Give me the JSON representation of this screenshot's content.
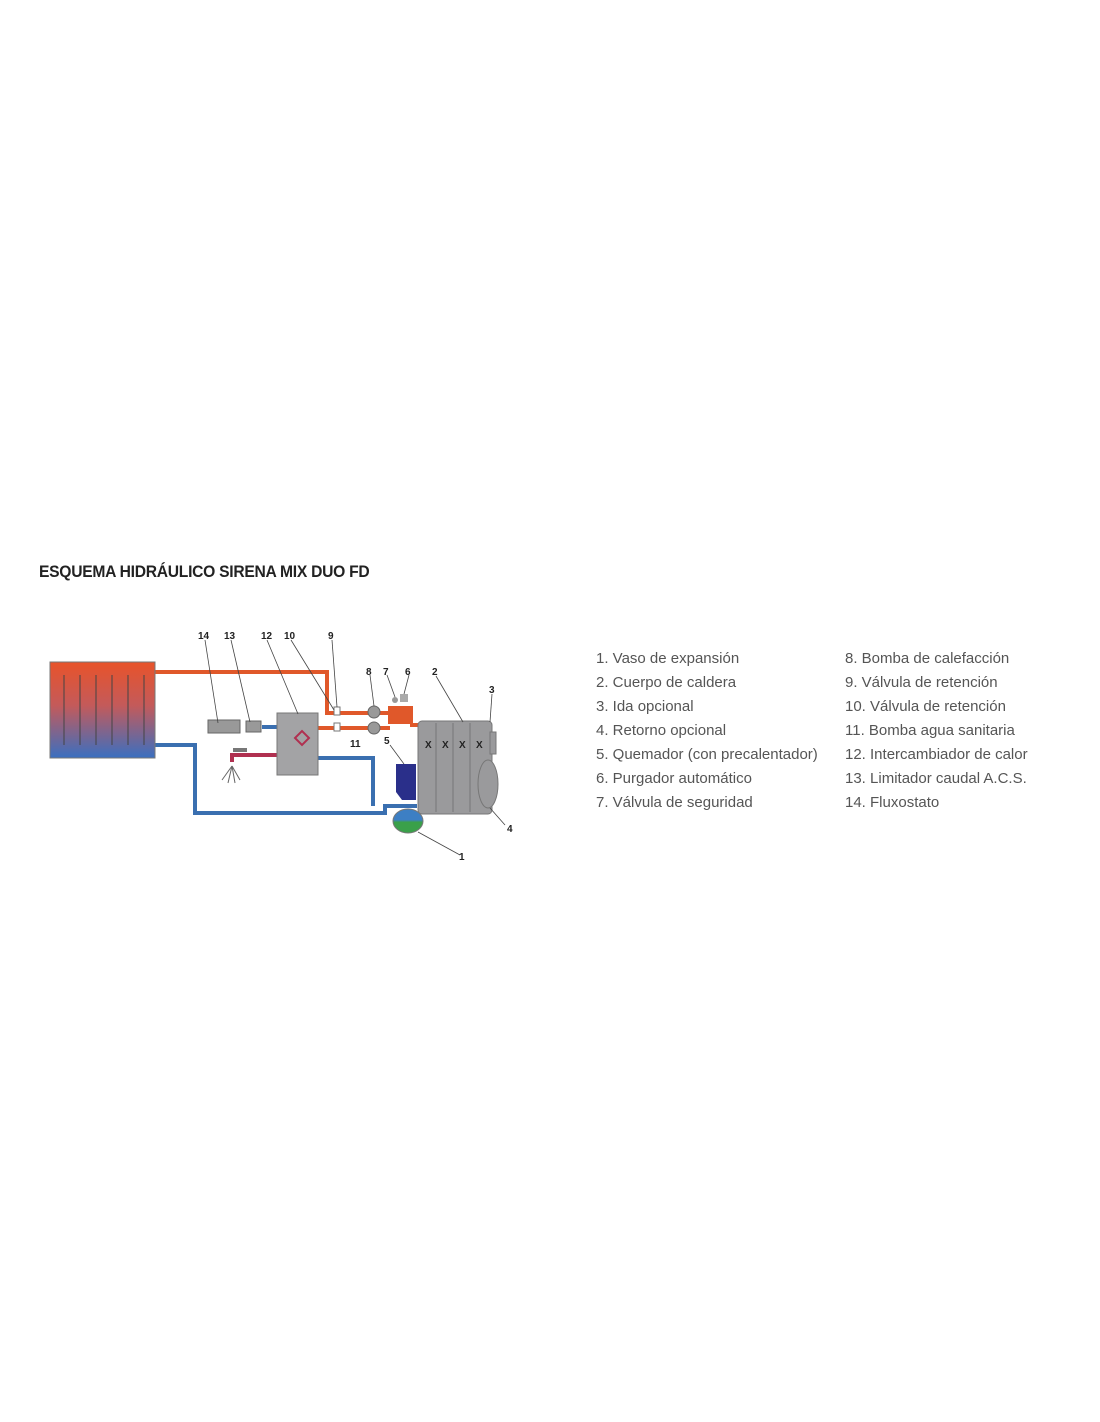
{
  "title": "ESQUEMA HIDRÁULICO SIRENA MIX DUO FD",
  "diagram": {
    "callouts": [
      "1",
      "2",
      "3",
      "4",
      "5",
      "6",
      "7",
      "8",
      "9",
      "10",
      "11",
      "12",
      "13",
      "14"
    ]
  },
  "legend": {
    "col1": [
      "1. Vaso de expansión",
      "2. Cuerpo de caldera",
      "3. Ida opcional",
      "4. Retorno opcional",
      "5. Quemador (con precalentador)",
      "6. Purgador automático",
      "7. Válvula de seguridad"
    ],
    "col2": [
      "8. Bomba de calefacción",
      "9. Válvula de retención",
      "10. Válvula de retención",
      "11. Bomba agua sanitaria",
      "12. Intercambiador de calor",
      "13. Limitador caudal A.C.S.",
      "14. Fluxostato"
    ]
  },
  "colors": {
    "hot": "#e0582a",
    "cold": "#3a6fb0",
    "dhw": "#b03050",
    "body": "#9a9a9c"
  }
}
